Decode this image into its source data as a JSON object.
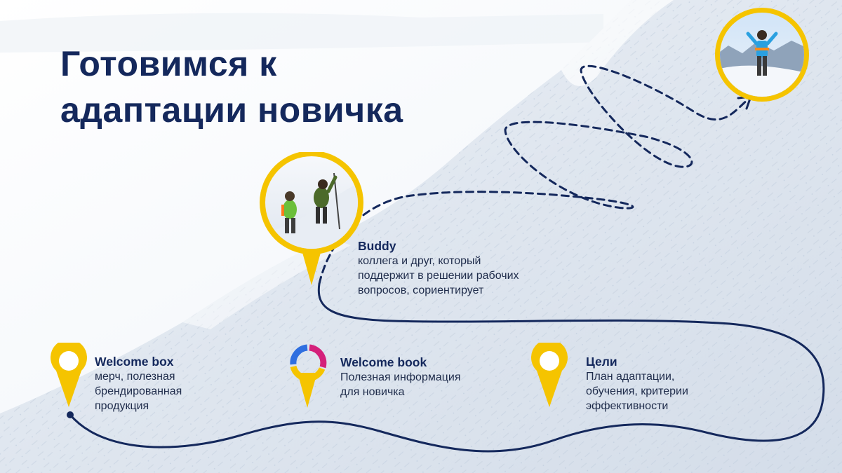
{
  "slide": {
    "title_lines": [
      "Готовимся к",
      "адаптации новичка"
    ],
    "colors": {
      "accent_yellow": "#f5c400",
      "navy": "#14285c",
      "logo_blue": "#2f6fe0",
      "logo_magenta": "#d4207a"
    },
    "pins": [
      {
        "icon": "map-pin-icon",
        "title": "Welcome box",
        "description": [
          "мерч, полезная",
          "брендированная",
          "продукция"
        ]
      },
      {
        "icon": "brand-logo-pin-icon",
        "title": "Welcome book",
        "description": [
          "Полезная информация",
          "для новичка"
        ]
      },
      {
        "icon": "map-pin-icon",
        "title": "Цели",
        "description": [
          "План адаптации,",
          "обучения, критерии",
          "эффективности"
        ]
      },
      {
        "icon": "photo-pin-icon",
        "title": "Buddy",
        "description": [
          "коллега и друг, который",
          "поддержит в решении рабочих",
          "вопросов, сориентирует"
        ]
      }
    ],
    "summit_photo": {
      "icon": "summit-climber-photo"
    }
  }
}
